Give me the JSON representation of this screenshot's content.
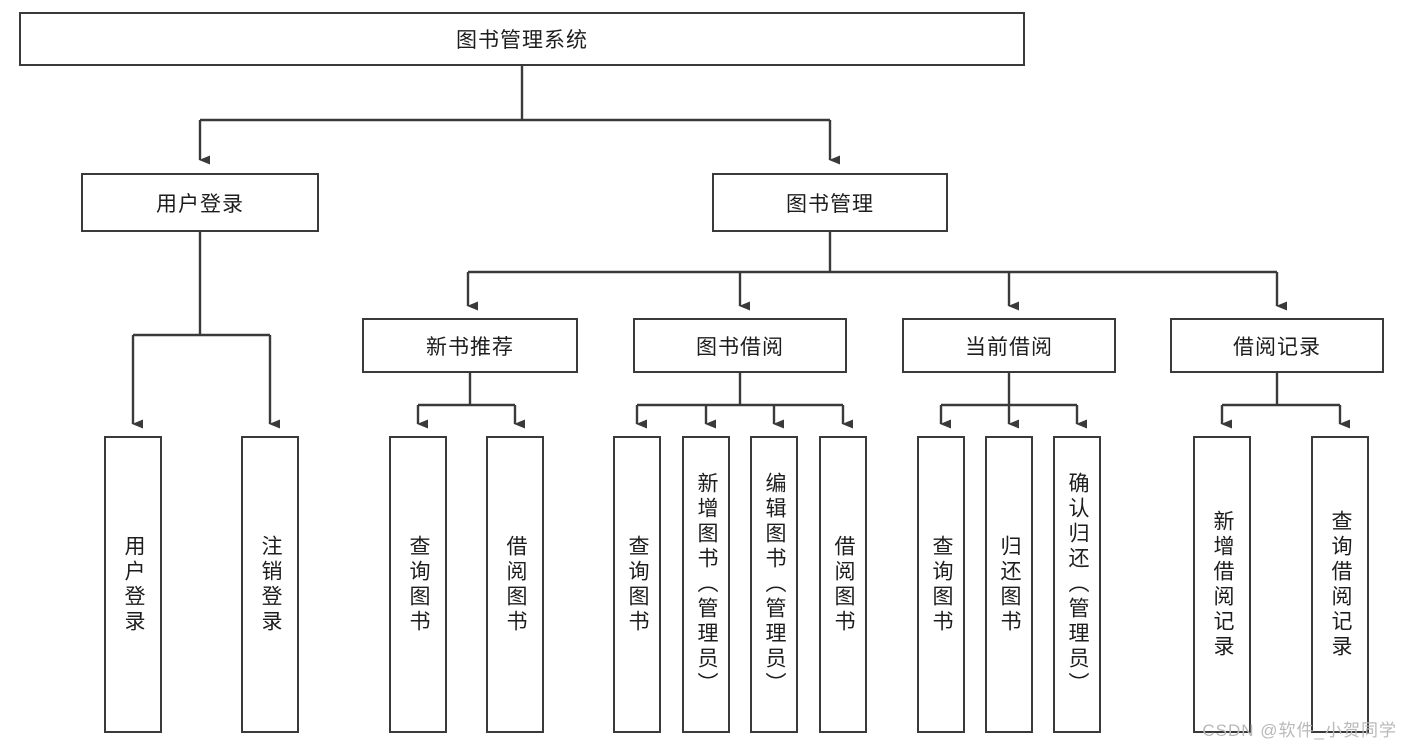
{
  "diagram": {
    "title": "图书管理系统",
    "type": "hierarchy-tree",
    "root": {
      "label": "图书管理系统"
    },
    "level2": [
      {
        "label": "用户登录"
      },
      {
        "label": "图书管理"
      }
    ],
    "level3": [
      {
        "label": "新书推荐"
      },
      {
        "label": "图书借阅"
      },
      {
        "label": "当前借阅"
      },
      {
        "label": "借阅记录"
      }
    ],
    "leaves": {
      "user_login": [
        {
          "label": "用户登录"
        },
        {
          "label": "注销登录"
        }
      ],
      "new_book_recommend": [
        {
          "label": "查询图书"
        },
        {
          "label": "借阅图书"
        }
      ],
      "book_borrow": [
        {
          "label": "查询图书"
        },
        {
          "label": "新增图书（管理员）"
        },
        {
          "label": "编辑图书（管理员）"
        },
        {
          "label": "借阅图书"
        }
      ],
      "current_borrow": [
        {
          "label": "查询图书"
        },
        {
          "label": "归还图书"
        },
        {
          "label": "确认归还（管理员）"
        }
      ],
      "borrow_record": [
        {
          "label": "新增借阅记录"
        },
        {
          "label": "查询借阅记录"
        }
      ]
    }
  },
  "watermark": {
    "text": "CSDN @软件_小贺同学"
  },
  "colors": {
    "stroke": "#3a3a3a",
    "background": "#ffffff",
    "text": "#1d1d1d",
    "watermark": "#b9b9b9"
  }
}
